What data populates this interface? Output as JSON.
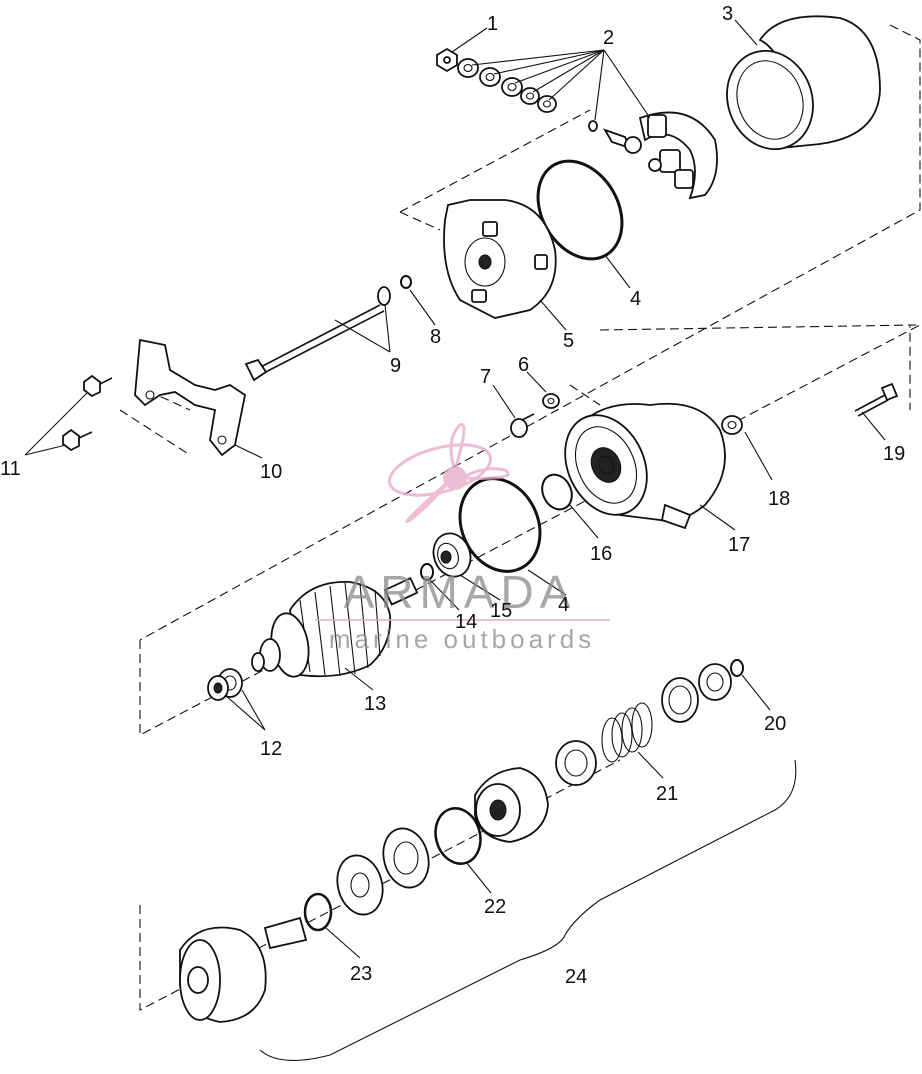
{
  "diagram": {
    "part_numbers": [
      "1",
      "2",
      "3",
      "4",
      "5",
      "6",
      "7",
      "8",
      "9",
      "10",
      "11",
      "12",
      "13",
      "14",
      "15",
      "4",
      "16",
      "17",
      "18",
      "19",
      "20",
      "21",
      "22",
      "23",
      "24"
    ]
  },
  "watermark": {
    "brand": "ARMADA",
    "tagline": "marine outboards",
    "logo_color": "#e8a6c8"
  }
}
